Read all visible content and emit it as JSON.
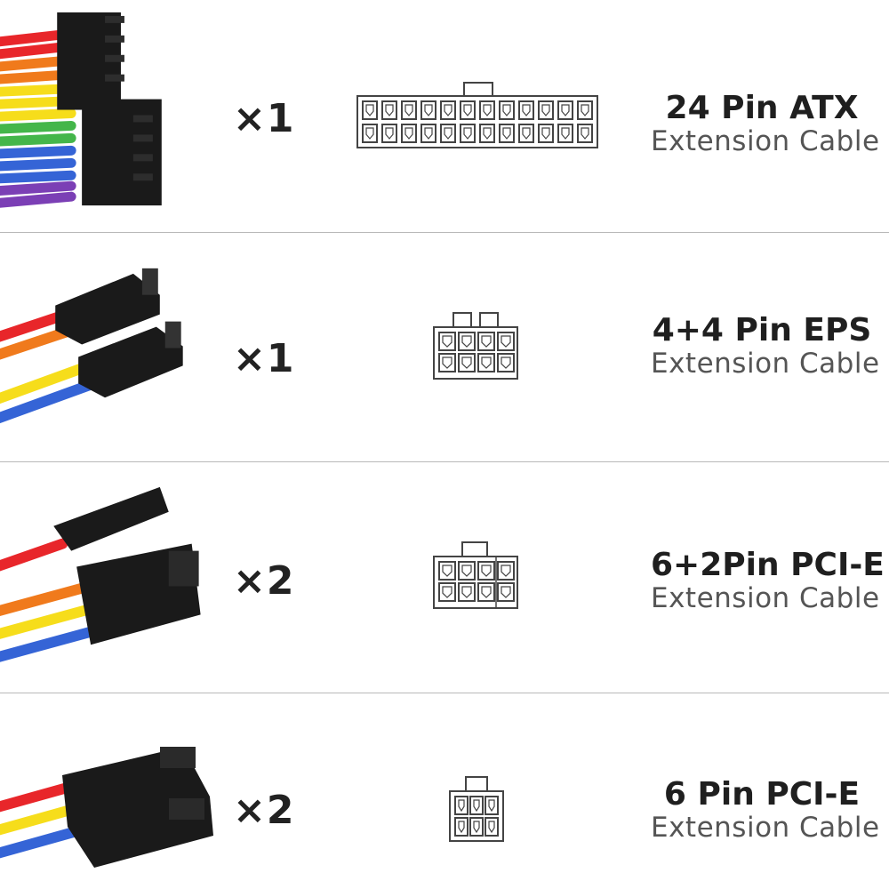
{
  "items": [
    {
      "quantity": "×1",
      "title": "24 Pin ATX",
      "subtitle": "Extension Cable"
    },
    {
      "quantity": "×1",
      "title": "4+4 Pin EPS",
      "subtitle": "Extension Cable"
    },
    {
      "quantity": "×2",
      "title": "6+2Pin PCI-E",
      "subtitle": "Extension Cable"
    },
    {
      "quantity": "×2",
      "title": "6 Pin PCI-E",
      "subtitle": "Extension Cable"
    }
  ],
  "colors": {
    "red": "#e8262a",
    "orange": "#f07a1c",
    "yellow": "#f6dd1b",
    "green": "#44b64a",
    "blue": "#3564d6",
    "purple": "#7b3fb5",
    "connector": "#1a1a1a",
    "divider": "#b9b9b9"
  }
}
